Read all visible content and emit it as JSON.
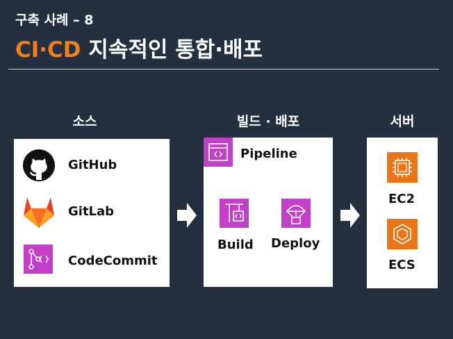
{
  "header": {
    "subtitle": "구축 사례 – 8",
    "title_accent": "CI·CD",
    "title_rest": " 지속적인 통합·배포"
  },
  "columns": {
    "source": {
      "label": "소스"
    },
    "build": {
      "label": "빌드 · 배포"
    },
    "server": {
      "label": "서버"
    }
  },
  "source_items": [
    {
      "label": "GitHub",
      "icon": "github-icon"
    },
    {
      "label": "GitLab",
      "icon": "gitlab-icon"
    },
    {
      "label": "CodeCommit",
      "icon": "codecommit-icon"
    }
  ],
  "build_items": {
    "pipeline": "Pipeline",
    "build": "Build",
    "deploy": "Deploy"
  },
  "server_items": [
    {
      "label": "EC2",
      "icon": "ec2-icon"
    },
    {
      "label": "ECS",
      "icon": "ecs-icon"
    }
  ],
  "colors": {
    "background": "#243040",
    "accent": "#f0801e",
    "aws_dev_purple": "#c23fc8",
    "aws_compute_orange": "#ea7619"
  }
}
